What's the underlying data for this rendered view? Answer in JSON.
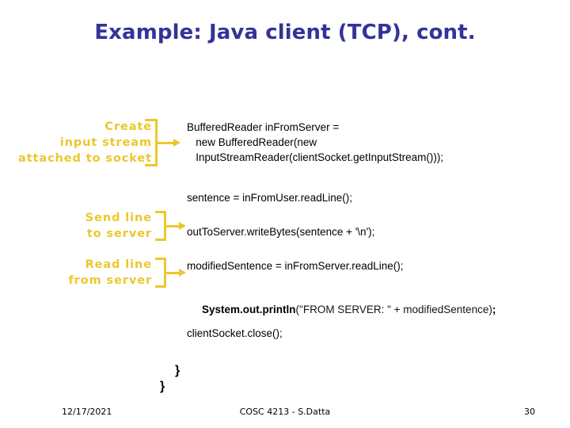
{
  "slide": {
    "title": "Example: Java client (TCP), cont.",
    "title_color": "#333399",
    "background_color": "#ffffff",
    "annotation_color": "#edc72c",
    "code_color": "#000000"
  },
  "annotations": [
    {
      "name": "create-input-stream",
      "text": "Create\ninput stream\nattached to socket"
    },
    {
      "name": "send-line-to-server",
      "text": "Send line\nto server"
    },
    {
      "name": "read-line-from-server",
      "text": "Read line\nfrom server"
    }
  ],
  "code": {
    "block_1": "BufferedReader inFromServer =\n   new BufferedReader(new\n   InputStreamReader(clientSocket.getInputStream()));",
    "block_2": "sentence = inFromUser.readLine();",
    "block_3": "outToServer.writeBytes(sentence + '\\n');",
    "block_4": "modifiedSentence = inFromServer.readLine();",
    "block_5_keyword": "System.out.println",
    "block_5_args": "(\"FROM SERVER: \" + modifiedSentence)",
    "block_5_end": ";",
    "block_6": "clientSocket.close();",
    "closing_brace_inner": "}",
    "closing_brace_outer": "}"
  },
  "footer": {
    "date": "12/17/2021",
    "course": "COSC 4213 - S.Datta",
    "page_number": "30"
  }
}
